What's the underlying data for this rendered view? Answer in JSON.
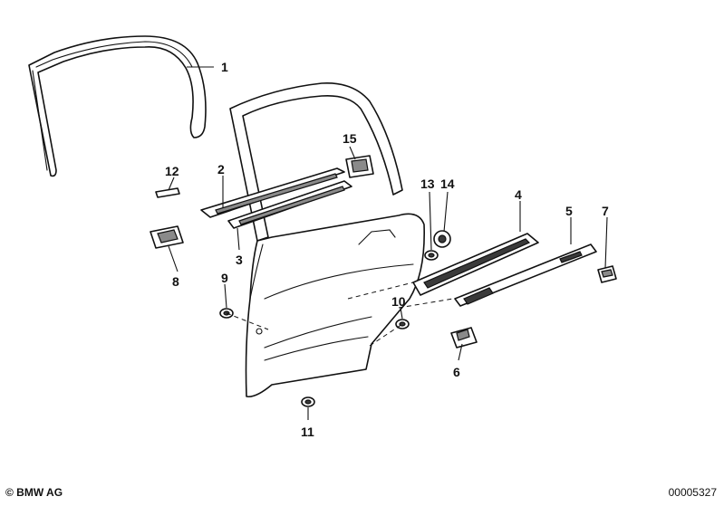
{
  "callouts": {
    "c1": "1",
    "c2": "2",
    "c3": "3",
    "c4": "4",
    "c5": "5",
    "c6": "6",
    "c7": "7",
    "c8": "8",
    "c9": "9",
    "c10": "10",
    "c11": "11",
    "c12": "12",
    "c13": "13",
    "c14": "14",
    "c15": "15"
  },
  "footer": {
    "copyright": "© BMW AG",
    "catalog_number": "00005327"
  }
}
